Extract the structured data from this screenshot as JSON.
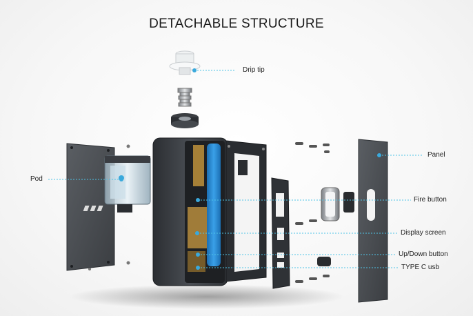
{
  "title": "DETACHABLE STRUCTURE",
  "labels": {
    "drip_tip": "Drip tip",
    "pod": "Pod",
    "panel": "Panel",
    "fire_button": "Fire button",
    "display_screen": "Display screen",
    "up_down_button": "Up/Down button",
    "type_c_usb": "TYPE C usb"
  },
  "colors": {
    "leader_line": "#4fc3e6",
    "dot": "#3aa9dc",
    "body": "#3a3d42",
    "panel": "#4a4d52",
    "battery": "#2e8fd6"
  }
}
